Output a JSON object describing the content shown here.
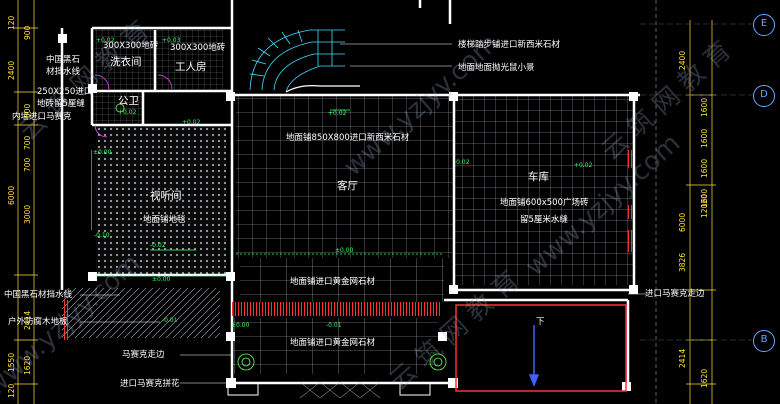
{
  "rooms": {
    "laundry": "洗衣间",
    "worker_room": "工人房",
    "toilet": "公卫",
    "theater": "视听间",
    "living": "客厅",
    "garage": "车库"
  },
  "annotations": {
    "laundry_floor": "300X300地砖",
    "worker_floor": "300X300地砖",
    "black_stone": "中国黑石材挡水线",
    "black_stone_line1": "中国黑石",
    "black_stone_line2": "材挡水线",
    "import_tile_1": "250X250进口",
    "import_tile_2": "地砖留5厘缝",
    "import_tile_3": "内墙进口马赛克",
    "stairs": "楼梯踏步铺进口新西米石材",
    "stair_floor": "地面地面抛光鼠小景",
    "living_floor": "地面铺850X800进口新西米石材",
    "theater_floor": "地面铺地毯",
    "garage_floor_1": "地面铺600x500广场砖",
    "garage_floor_2": "留5厘米水缝",
    "gold_net_1": "地面铺进口黄金网石材",
    "gold_net_2": "地面铺进口黄金网石材",
    "outdoor_floor": "户外防腐木地板",
    "mosaic_corridor_r": "进口马赛克走边",
    "mosaic_corridor_l": "马赛克走边",
    "mosaic_pattern": "进口马赛克拼花",
    "down_arrow": "下"
  },
  "levels": [
    "+0.02",
    "+0.03",
    "+0.02",
    "+0.02",
    "±0.00",
    "-0.10",
    "-0.02",
    "±0.00",
    "±0.00",
    "-0.01",
    "+0.02",
    "-0.01",
    "+0.02",
    "±0.00",
    "-0.02"
  ],
  "dimensions_left": [
    "120",
    "900",
    "2400",
    "500",
    "700",
    "700",
    "6000",
    "3000",
    "2414",
    "1620",
    "120",
    "1550"
  ],
  "dimensions_right": [
    "2400",
    "1600",
    "1600",
    "1600",
    "1600",
    "6000",
    "12020",
    "3826",
    "2414",
    "1620"
  ],
  "axes": [
    "E",
    "D",
    "B"
  ],
  "watermark": "www.yzjyy.com",
  "watermark_cn": "云 筑 网 教 育",
  "colors": {
    "background": "#000000",
    "wall": "#ffffff",
    "grid": "#cfd8e0",
    "stair": "#40e0ff",
    "dimension": "#ffe033",
    "axis": "#66aaff",
    "red": "#ff2020",
    "green": "#33ff66",
    "magenta": "#ff40ff"
  }
}
